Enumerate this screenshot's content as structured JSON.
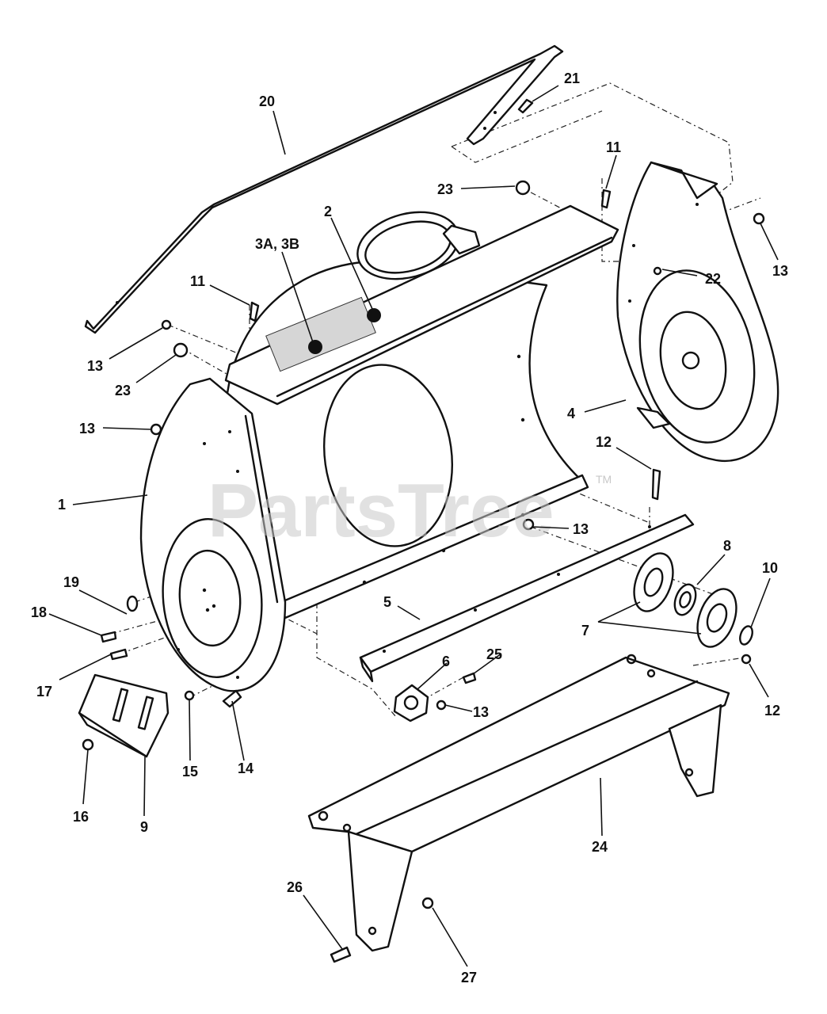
{
  "watermark": {
    "text": "PartsTree",
    "tm": "TM"
  },
  "callouts": {
    "c1": "1",
    "c2": "2",
    "c3": "3A, 3B",
    "c4": "4",
    "c5": "5",
    "c6": "6",
    "c7": "7",
    "c8": "8",
    "c9": "9",
    "c10": "10",
    "c11a": "11",
    "c11b": "11",
    "c12a": "12",
    "c12b": "12",
    "c13a": "13",
    "c13b": "13",
    "c13c": "13",
    "c13d": "13",
    "c13e": "13",
    "c14": "14",
    "c15": "15",
    "c16": "16",
    "c17": "17",
    "c18": "18",
    "c19": "19",
    "c20": "20",
    "c21": "21",
    "c22": "22",
    "c23a": "23",
    "c23b": "23",
    "c24": "24",
    "c25": "25",
    "c26": "26",
    "c27": "27"
  }
}
